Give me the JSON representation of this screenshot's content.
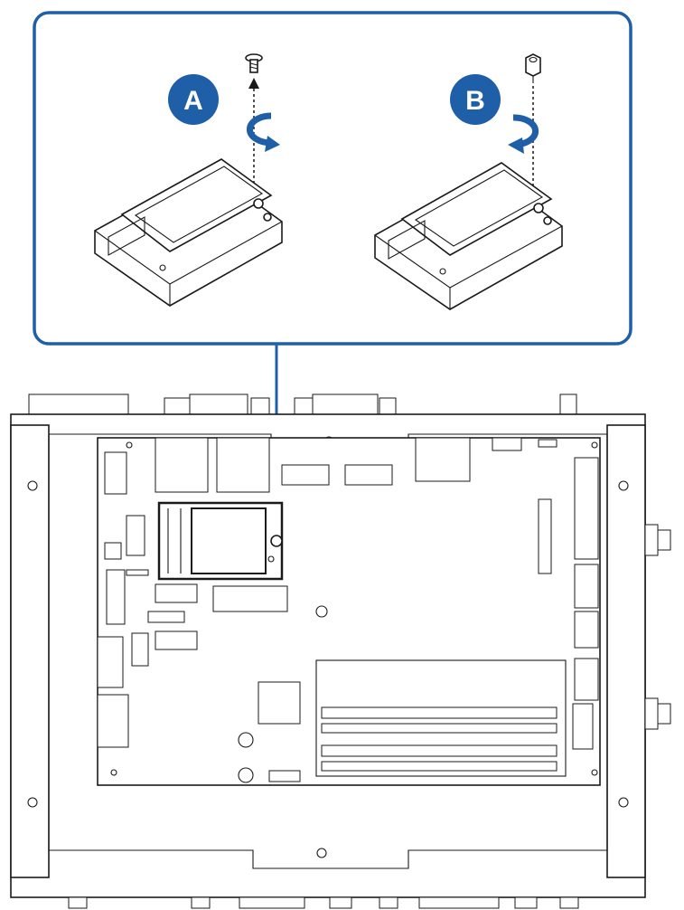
{
  "colors": {
    "accent": "#1f5fa8",
    "line": "#1a1a1a",
    "background": "#ffffff"
  },
  "callout": {
    "steps": [
      {
        "letter": "A",
        "action": "remove-screw",
        "icon": "counterclockwise-arrow-icon"
      },
      {
        "letter": "B",
        "action": "install-standoff",
        "icon": "clockwise-arrow-icon"
      }
    ]
  },
  "board": {
    "highlighted_part": "m2-module-slot"
  }
}
